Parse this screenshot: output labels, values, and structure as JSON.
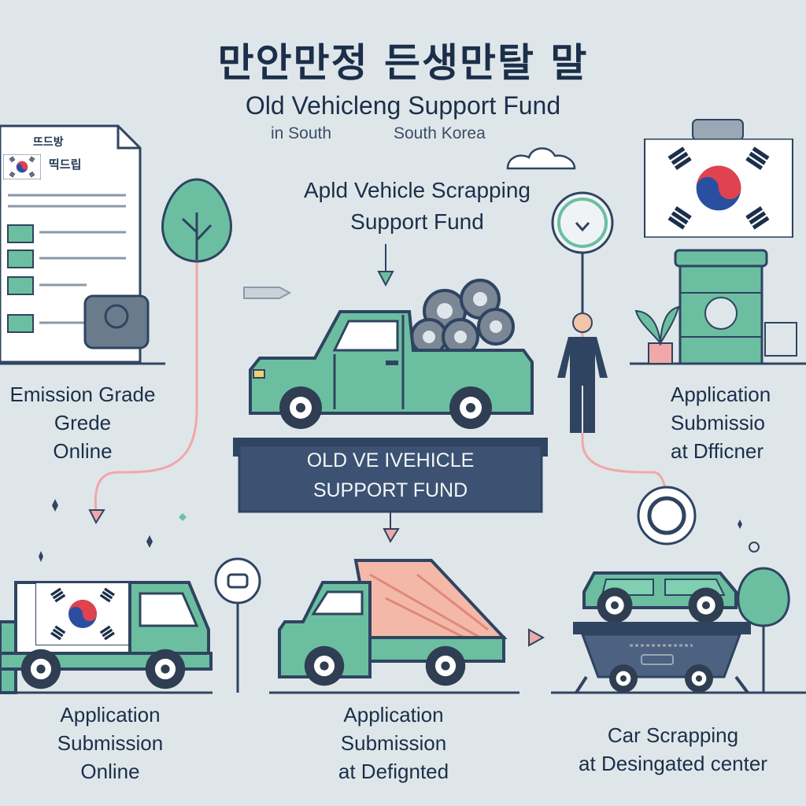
{
  "header": {
    "korean_title": "만안만정 든생만탈 말",
    "english_title": "Old Vehicleng Support Fund",
    "location_left": "in  South",
    "location_right": "South Korea"
  },
  "center": {
    "heading_line1": "Apld Vehicle Scrapping",
    "heading_line2": "Support Fund",
    "banner_line1": "OLD VE IVEHICLE",
    "banner_line2": "SUPPORT FUND"
  },
  "document": {
    "line1": "뜨드방",
    "line2": "띡드립"
  },
  "labels": {
    "left_line1": "Emission Grade",
    "left_line2": "Grede",
    "left_line3": "Online",
    "right_line1": "Application",
    "right_line2": "Submissio",
    "right_line3": "at Dfficner",
    "bottom1_line1": "Application",
    "bottom1_line2": "Submission",
    "bottom1_line3": "Online",
    "bottom2_line1": "Application",
    "bottom2_line2": "Submission",
    "bottom2_line3": "at Defignted",
    "bottom3_line1": "Car Scrapping",
    "bottom3_line2": "at Desingated center"
  },
  "colors": {
    "background": "#dfe6ea",
    "truck_green": "#6bbfa0",
    "navy": "#2f4461",
    "pink_path": "#f0a8a8",
    "flag_red": "#e0424f",
    "flag_blue": "#2b4fa0"
  }
}
